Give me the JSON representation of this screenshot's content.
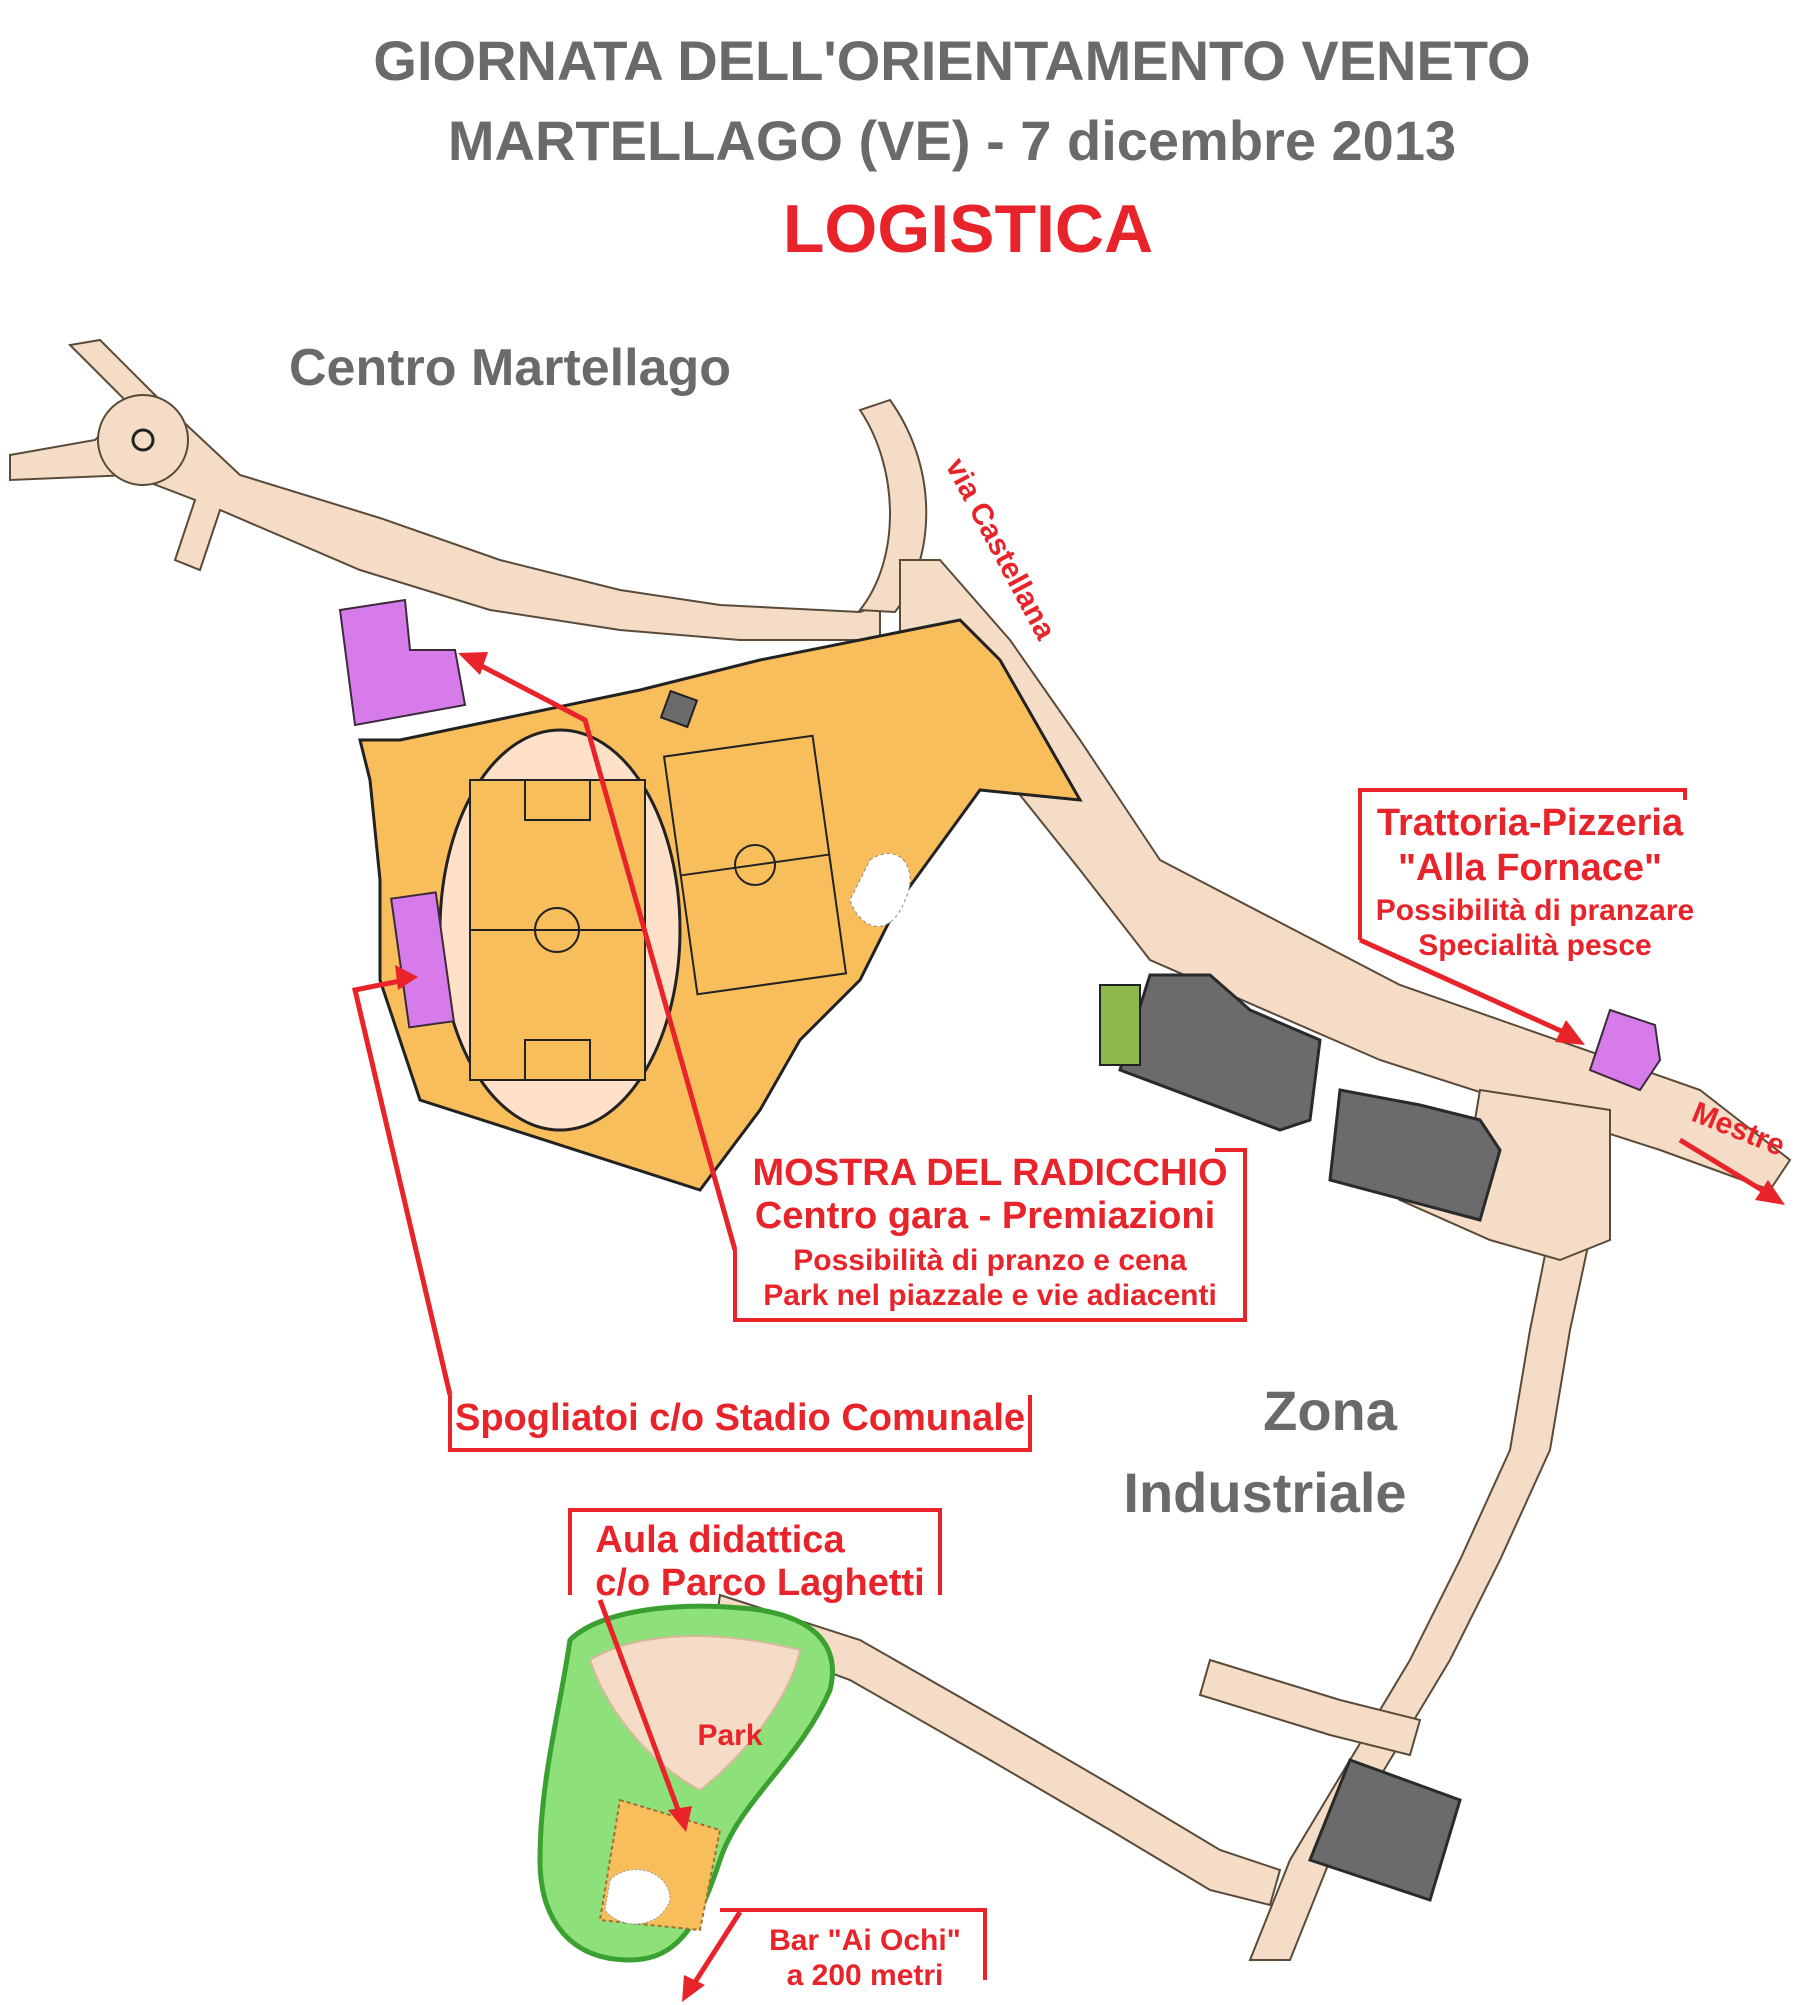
{
  "header": {
    "title_line1": "GIORNATA  DELL'ORIENTAMENTO VENETO",
    "title_line2": "MARTELLAGO (VE) - 7 dicembre 2013",
    "title_line3": "LOGISTICA"
  },
  "areas": {
    "centro": "Centro Martellago",
    "zona_line1": "Zona",
    "zona_line2": "Industriale",
    "park": "Park"
  },
  "streets": {
    "via_castellana": "via Castellana",
    "mestre": "Mestre"
  },
  "callouts": {
    "trattoria": {
      "line1": "Trattoria-Pizzeria",
      "line2": "\"Alla Fornace\"",
      "line3": "Possibilità di pranzare",
      "line4": "Specialità pesce"
    },
    "mostra": {
      "line1": "MOSTRA DEL RADICCHIO",
      "line2": "Centro gara - Premiazioni",
      "line3": "Possibilità di pranzo e cena",
      "line4": "Park nel piazzale e vie adiacenti"
    },
    "spogliatoi": {
      "line1": "Spogliatoi c/o Stadio Comunale"
    },
    "aula": {
      "line1": "Aula didattica",
      "line2": "c/o Parco Laghetti"
    },
    "bar": {
      "line1": "Bar \"Ai Ochi\"",
      "line2": "a 200 metri"
    }
  },
  "colors": {
    "title_grey": "#6a6a6a",
    "callout_red": "#e8232a",
    "road": "#f4dcc6",
    "open_land": "#f9be5c",
    "building": "#6b6b6b",
    "poi_building": "#d77bea",
    "vegetation": "#8ee07a"
  }
}
